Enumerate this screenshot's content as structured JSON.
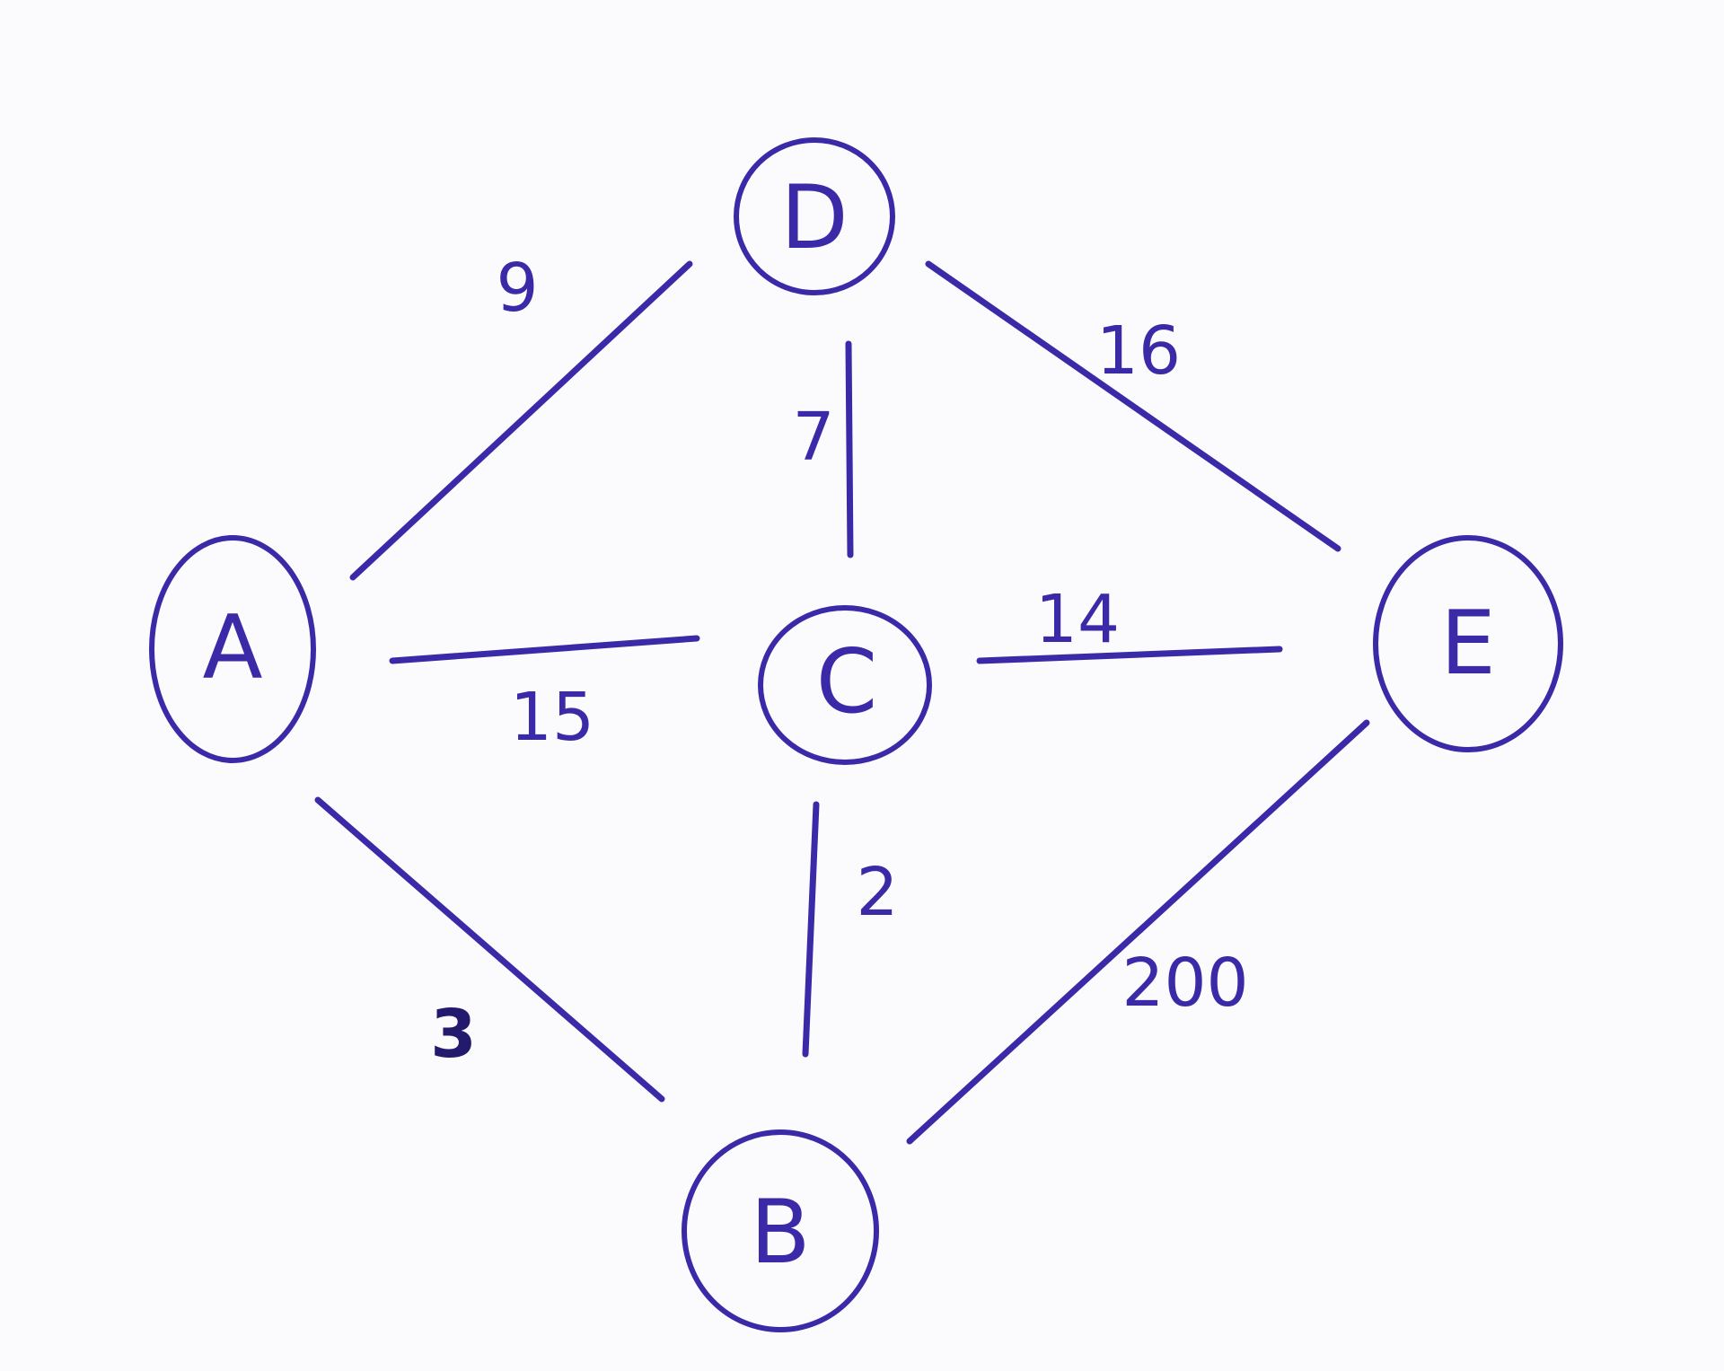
{
  "diagram": {
    "nodes": {
      "D": "D",
      "A": "A",
      "C": "C",
      "E": "E",
      "B": "B"
    },
    "edges": [
      {
        "from": "A",
        "to": "D",
        "weight": "9"
      },
      {
        "from": "D",
        "to": "E",
        "weight": "16"
      },
      {
        "from": "D",
        "to": "C",
        "weight": "7"
      },
      {
        "from": "A",
        "to": "C",
        "weight": "15"
      },
      {
        "from": "C",
        "to": "E",
        "weight": "14"
      },
      {
        "from": "A",
        "to": "B",
        "weight": "3"
      },
      {
        "from": "C",
        "to": "B",
        "weight": "2"
      },
      {
        "from": "B",
        "to": "E",
        "weight": "200"
      }
    ],
    "ink_color": "#3b2aa8",
    "paper_color": "#fbfbfd"
  }
}
